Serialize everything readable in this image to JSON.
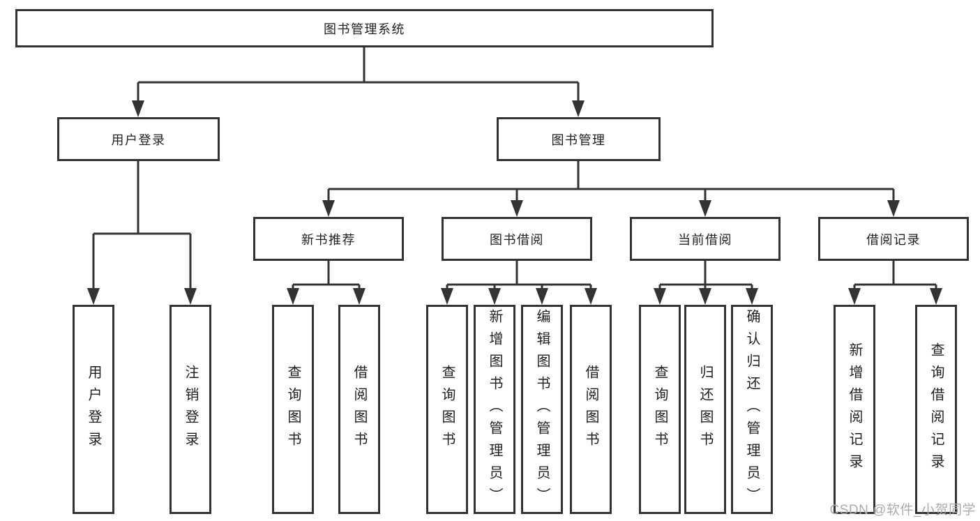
{
  "tree": {
    "root": {
      "label": "图书管理系统"
    },
    "children": [
      {
        "label": "用户登录",
        "children": [
          {
            "label": "用户登录"
          },
          {
            "label": "注销登录"
          }
        ]
      },
      {
        "label": "图书管理",
        "children": [
          {
            "label": "新书推荐",
            "children": [
              {
                "label": "查询图书"
              },
              {
                "label": "借阅图书"
              }
            ]
          },
          {
            "label": "图书借阅",
            "children": [
              {
                "label": "查询图书"
              },
              {
                "label": "新增图书（管理员）"
              },
              {
                "label": "编辑图书（管理员）"
              },
              {
                "label": "借阅图书"
              }
            ]
          },
          {
            "label": "当前借阅",
            "children": [
              {
                "label": "查询图书"
              },
              {
                "label": "归还图书"
              },
              {
                "label": "确认归还（管理员）"
              }
            ]
          },
          {
            "label": "借阅记录",
            "children": [
              {
                "label": "新增借阅记录"
              },
              {
                "label": "查询借阅记录"
              }
            ]
          }
        ]
      }
    ]
  },
  "watermark": {
    "text": "CSDN @软件_小贺同学"
  },
  "colors": {
    "line": "#333333",
    "box_border": "#333333",
    "box_fill": "#ffffff",
    "text": "#1f1f1f",
    "watermark": "#ababab",
    "background": "#ffffff"
  }
}
